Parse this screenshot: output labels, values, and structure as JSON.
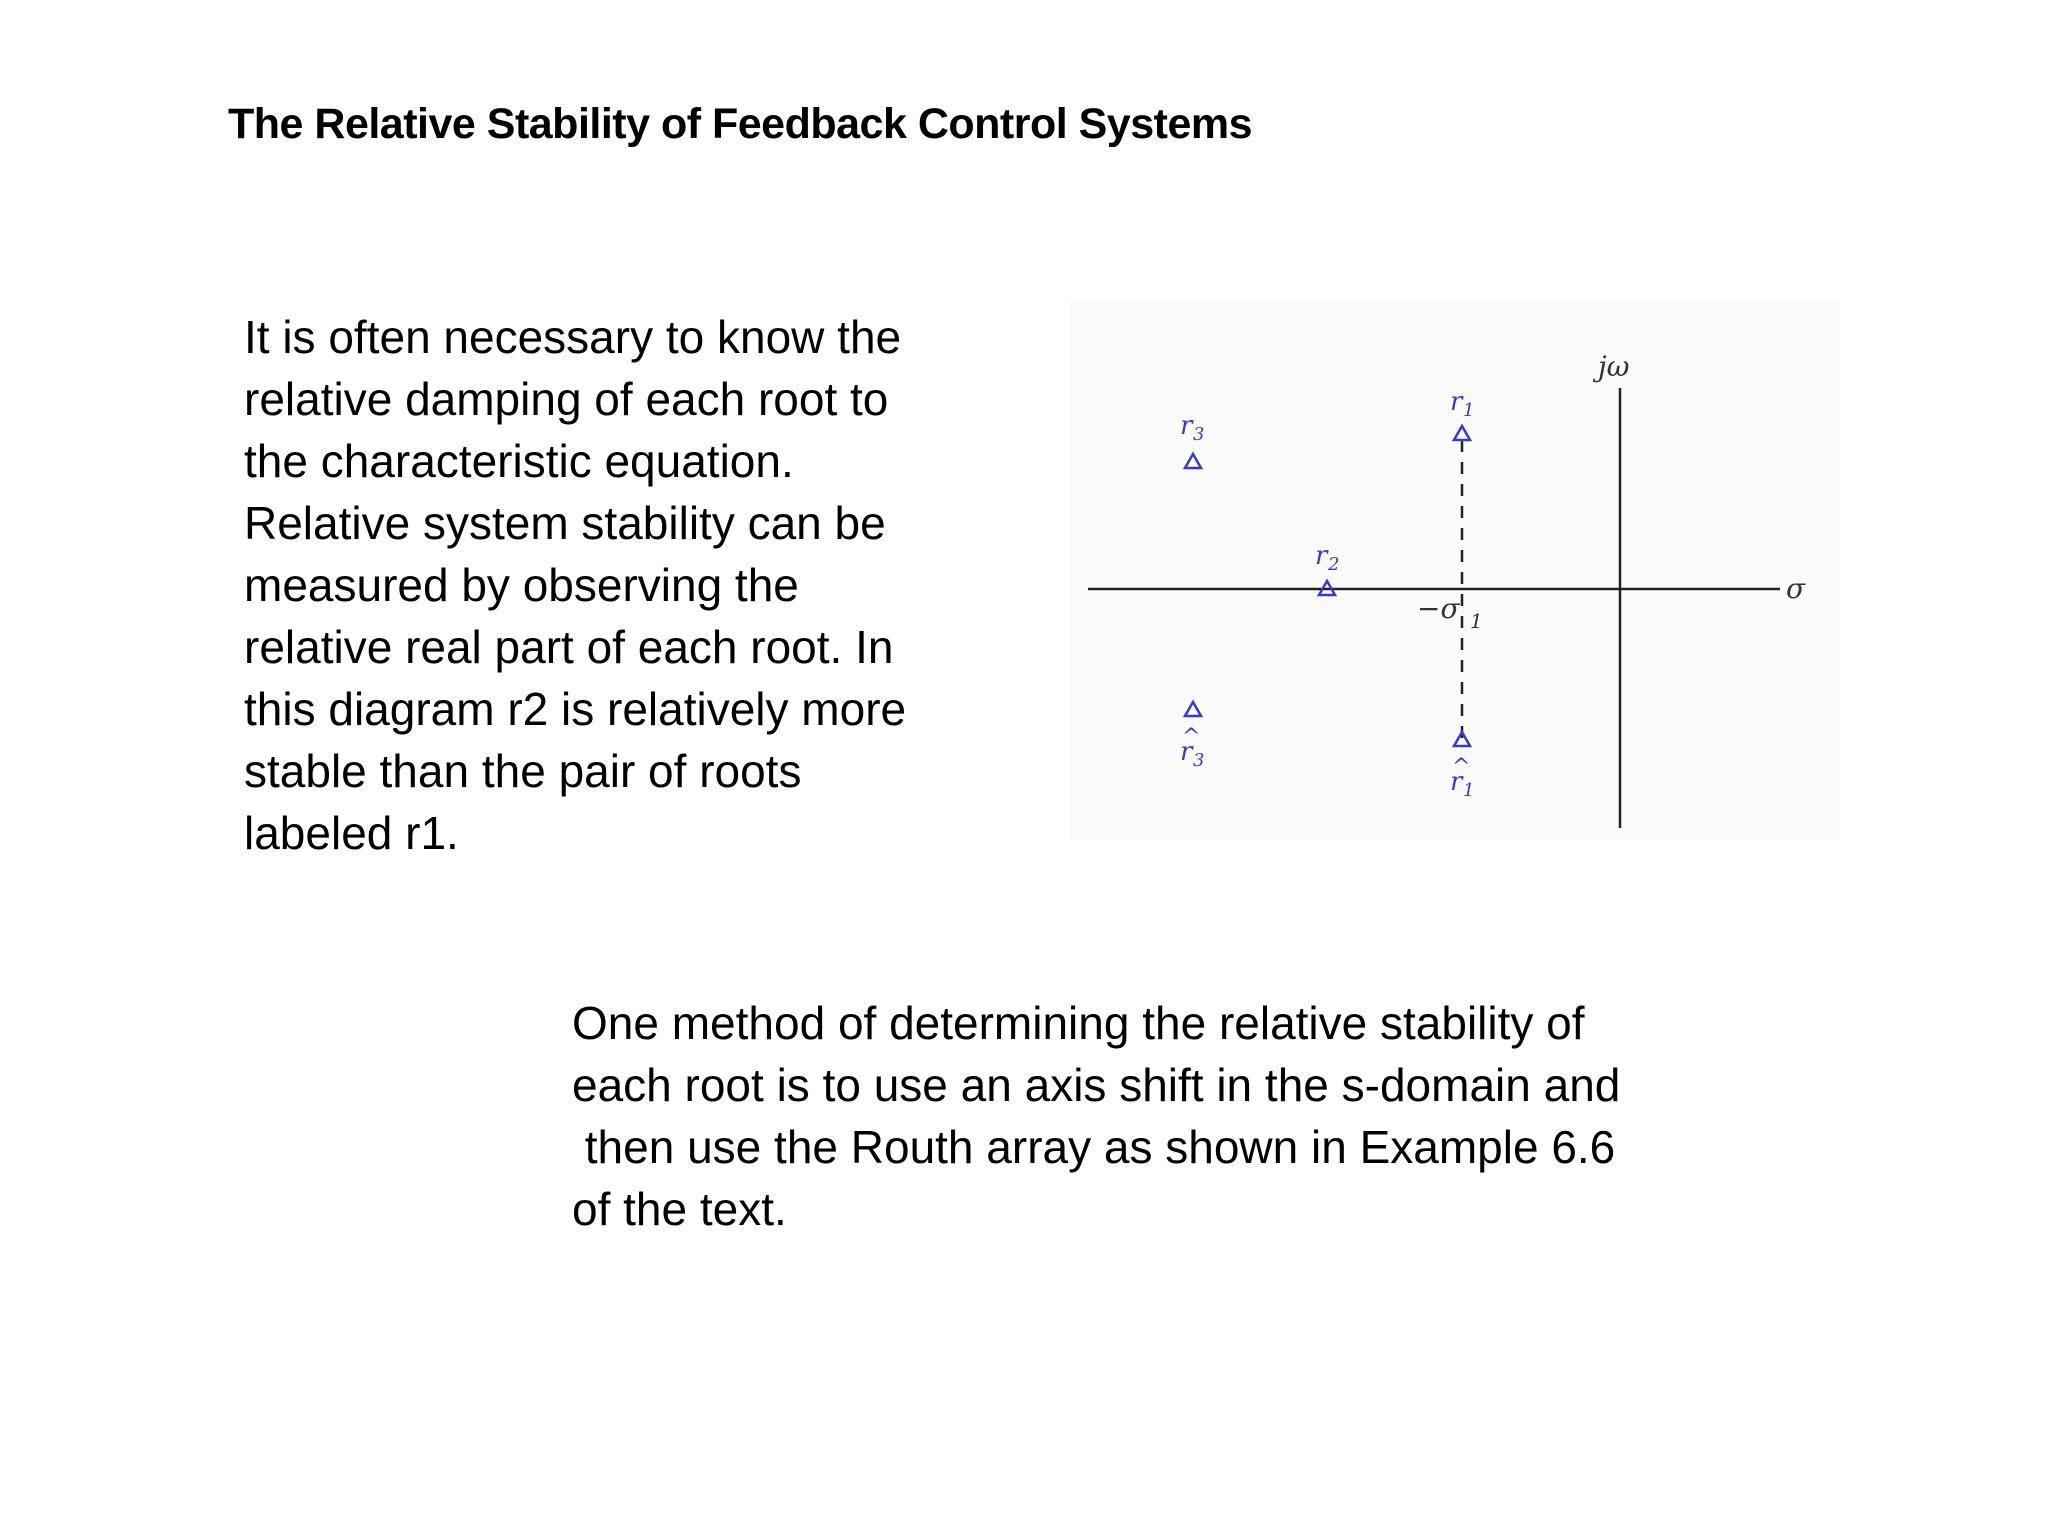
{
  "slide": {
    "title": "The Relative Stability of Feedback Control Systems",
    "left_paragraph_lines": [
      "It is often necessary to know the",
      "relative damping of each root to",
      "the characteristic equation.",
      "Relative system stability can be",
      "measured by observing the",
      "relative real part of each root. In",
      "this diagram r2 is relatively more",
      "stable than the pair of roots",
      "labeled r1."
    ],
    "bottom_paragraph_lines": [
      "One method of determining the relative stability of",
      "each root is to use an axis shift in the s-domain and",
      " then use the Routh array as shown in Example 6.6",
      "of the text."
    ]
  },
  "diagram": {
    "colors": {
      "axis": "#222222",
      "root": "#3a3ac8"
    },
    "axis_labels": {
      "imaginary": "jω",
      "real": "σ"
    },
    "marker_label": "−σ",
    "marker_label_sub": "1",
    "roots": [
      {
        "id": "r1",
        "base": "r",
        "sub": "1",
        "hat": false
      },
      {
        "id": "r1-hat",
        "base": "r",
        "sub": "1",
        "hat": true
      },
      {
        "id": "r2",
        "base": "r",
        "sub": "2",
        "hat": false
      },
      {
        "id": "r3",
        "base": "r",
        "sub": "3",
        "hat": false
      },
      {
        "id": "r3-hat",
        "base": "r",
        "sub": "3",
        "hat": true
      }
    ]
  }
}
